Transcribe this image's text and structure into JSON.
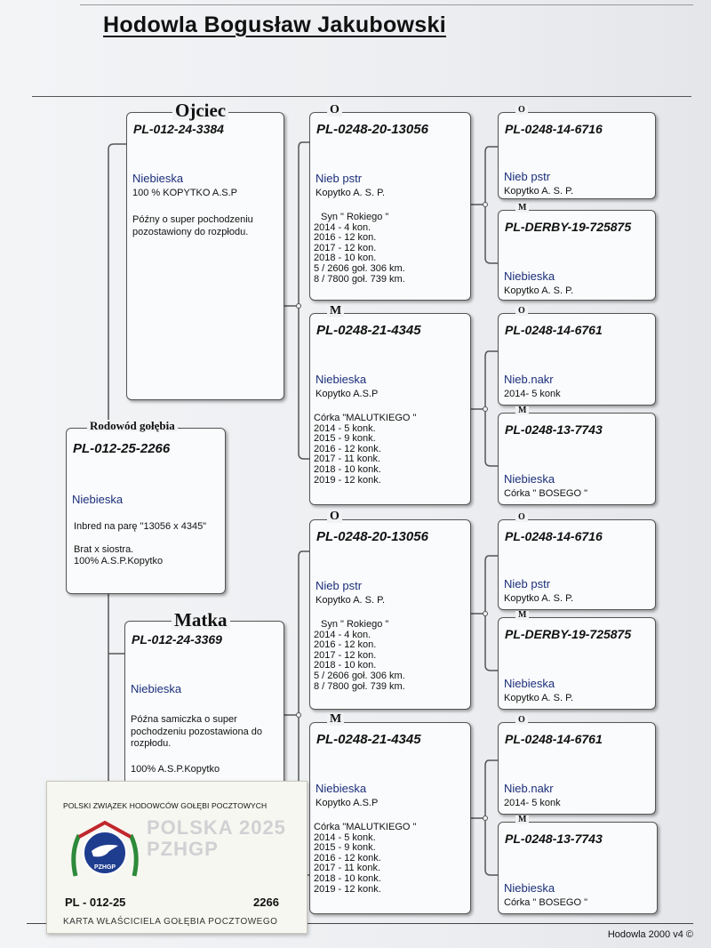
{
  "header": {
    "title": "Hodowla Bogusław Jakubowski"
  },
  "footer": {
    "text": "Hodowla 2000 v4 ©"
  },
  "labels": {
    "pedigree": "Rodowód gołębia",
    "father": "Ojciec",
    "mother": "Matka",
    "o": "O",
    "m": "M"
  },
  "bird": {
    "ring": "PL-012-25-2266",
    "color": "Niebieska",
    "note1": "Inbred na parę \"13056 x 4345\"",
    "note2": "Brat x siostra.",
    "note3": "100% A.S.P.Kopytko"
  },
  "father": {
    "ring": "PL-012-24-3384",
    "color": "Niebieska",
    "line1": "100 % KOPYTKO A.S.P",
    "line2": "Późny o super pochodzeniu pozostawiony do rozpłodu."
  },
  "mother": {
    "ring": "PL-012-24-3369",
    "color": "Niebieska",
    "line1": "Późna samiczka o super pochodzeniu pozostawiona do rozpłodu.",
    "line2": "100% A.S.P.Kopytko"
  },
  "ff": {
    "ring": "PL-0248-20-13056",
    "color": "Nieb pstr",
    "line1": "Kopytko A. S. P.",
    "stats": [
      "Syn \" Rokiego \"",
      "2014 - 4 kon.",
      "2016 - 12 kon.",
      "2017 - 12 kon.",
      "2018 - 10 kon.",
      "5 / 2606 goł. 306 km.",
      "8 / 7800 goł. 739 km."
    ]
  },
  "fm": {
    "ring": "PL-0248-21-4345",
    "color": "Niebieska",
    "line1": "Kopytko A.S.P",
    "stats": [
      "Córka \"MALUTKIEGO \"",
      "2014 - 5 konk.",
      "2015 - 9 konk.",
      "2016 - 12 konk.",
      "2017 - 11 konk.",
      "2018 - 10 konk.",
      "2019 - 12 konk."
    ]
  },
  "mf": {
    "ring": "PL-0248-20-13056",
    "color": "Nieb pstr",
    "line1": "Kopytko A. S. P.",
    "stats": [
      "Syn \" Rokiego \"",
      "2014 - 4 kon.",
      "2016 - 12 kon.",
      "2017 - 12 kon.",
      "2018 - 10 kon.",
      "5 / 2606 goł. 306 km.",
      "8 / 7800 goł. 739 km."
    ]
  },
  "mm": {
    "ring": "PL-0248-21-4345",
    "color": "Niebieska",
    "line1": "Kopytko A.S.P",
    "stats": [
      "Córka \"MALUTKIEGO \"",
      "2014 - 5 konk.",
      "2015 - 9 konk.",
      "2016 - 12 konk.",
      "2017 - 11 konk.",
      "2018 - 10 konk.",
      "2019 - 12 konk."
    ]
  },
  "fff": {
    "ring": "PL-0248-14-6716",
    "color": "Nieb pstr",
    "line1": "Kopytko A. S. P."
  },
  "ffm": {
    "ring": "PL-DERBY-19-725875",
    "color": "Niebieska",
    "line1": "Kopytko  A. S. P."
  },
  "fmf": {
    "ring": "PL-0248-14-6761",
    "color": "Nieb.nakr",
    "line1": "2014- 5 konk"
  },
  "fmm": {
    "ring": "PL-0248-13-7743",
    "color": "Niebieska",
    "line1": "Córka \" BOSEGO \""
  },
  "mff": {
    "ring": "PL-0248-14-6716",
    "color": "Nieb pstr",
    "line1": "Kopytko A. S. P."
  },
  "mfm": {
    "ring": "PL-DERBY-19-725875",
    "color": "Niebieska",
    "line1": "Kopytko  A. S. P."
  },
  "mmf": {
    "ring": "PL-0248-14-6761",
    "color": "Nieb.nakr",
    "line1": "2014- 5 konk"
  },
  "mmm": {
    "ring": "PL-0248-13-7743",
    "color": "Niebieska",
    "line1": "Córka \" BOSEGO \""
  },
  "card": {
    "org": "POLSKI ZWIĄZEK HODOWCÓW GOŁĘBI POCZTOWYCH",
    "logo_text": "PZHGP",
    "watermark": "POLSKA 2025 PZHGP",
    "ring_prefix": "PL - 012-25",
    "ring_number": "2266",
    "title": "KARTA WŁAŚCICIELA GOŁĘBIA POCZTOWEGO"
  }
}
